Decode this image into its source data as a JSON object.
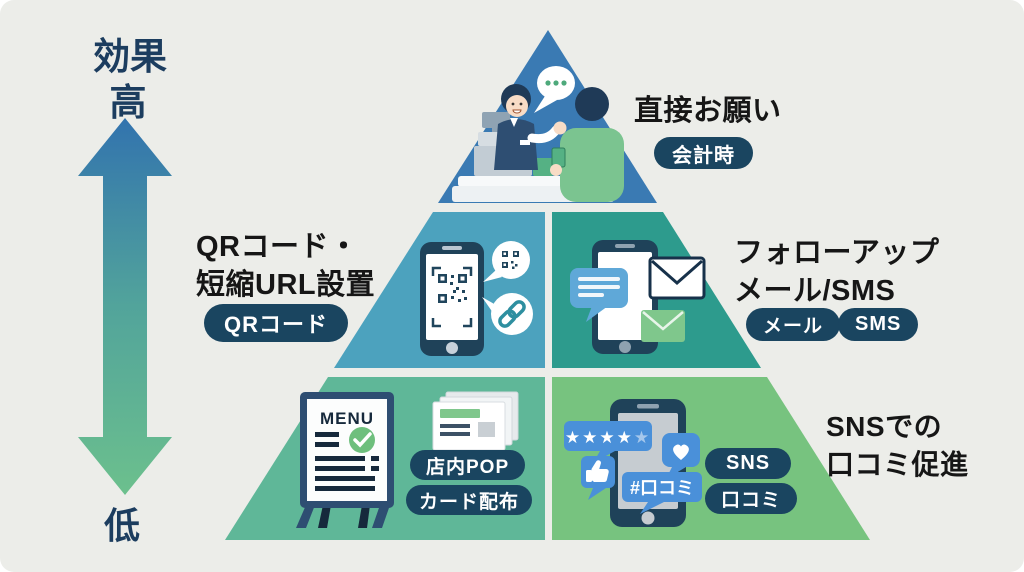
{
  "canvas": {
    "background": "#ECEDE9"
  },
  "axis": {
    "effect_label": "効果",
    "high_label": "高",
    "low_label": "低",
    "arrow_colors": {
      "top": "#3273AE",
      "middle": "#52A49B",
      "bottom": "#6CC08D"
    }
  },
  "pyramid": {
    "tier_colors": {
      "top": "#3A7AB3",
      "middle_left": "#4CA2BE",
      "middle_right": "#2D9B8D",
      "bottom_left": "#5FB798",
      "bottom_right": "#77C37F"
    },
    "badge_color": "#1A4560"
  },
  "sections": {
    "direct_request": {
      "title": "直接お願い",
      "badge": "会計時"
    },
    "qr_short_url": {
      "title_line1": "QRコード・",
      "title_line2": "短縮URL設置",
      "badge": "QRコード"
    },
    "followup_mail_sms": {
      "title_line1": "フォローアップ",
      "title_line2": "メール/SMS",
      "badge_mail": "メール",
      "badge_sms": "SMS"
    },
    "instore_pop_cards": {
      "badge_pop": "店内POP",
      "badge_cards": "カード配布"
    },
    "sns_word_of_mouth": {
      "title_line1": "SNSでの",
      "title_line2": "口コミ促進",
      "badge_sns": "SNS",
      "badge_kuchikomi": "口コミ"
    }
  },
  "illustrations": {
    "menu_sign_text": "MENU",
    "hashtag_bubble_text": "#口コミ",
    "rating_stars_solid": "★★★★",
    "rating_star_half": "★"
  },
  "icons": {
    "chat_dots_bubble": "…",
    "qr_code": "▦",
    "link": "⛓",
    "sms_bubble": "💬",
    "mail_envelope": "✉",
    "check_mark": "✓",
    "star": "★",
    "thumbs_up": "👍",
    "heart": "♥"
  }
}
